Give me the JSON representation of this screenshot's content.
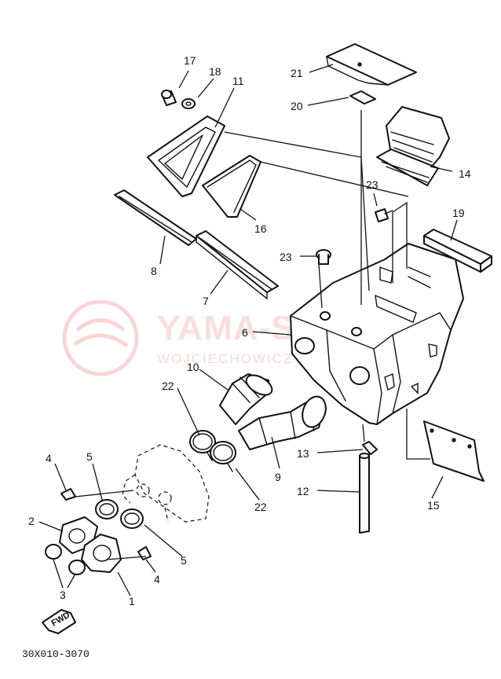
{
  "diagram": {
    "code": "30X010-3070",
    "fwd_label": "FWD",
    "watermark": {
      "title": "YAMA-SKLEP.PL",
      "subtitle": "WOJCIECHOWICZ | DEALER YAMAHA",
      "color": "#e98b8b"
    },
    "callouts": {
      "p17": "17",
      "p18": "18",
      "p11": "11",
      "p21": "21",
      "p20": "20",
      "p14": "14",
      "p23a": "23",
      "p19": "19",
      "p16": "16",
      "p8": "8",
      "p23b": "23",
      "p7": "7",
      "p6": "6",
      "p10": "10",
      "p22a": "22",
      "p4a": "4",
      "p5a": "5",
      "p2": "2",
      "p9": "9",
      "p13": "13",
      "p12": "12",
      "p15": "15",
      "p22b": "22",
      "p5b": "5",
      "p3": "3",
      "p4b": "4",
      "p1": "1"
    }
  }
}
